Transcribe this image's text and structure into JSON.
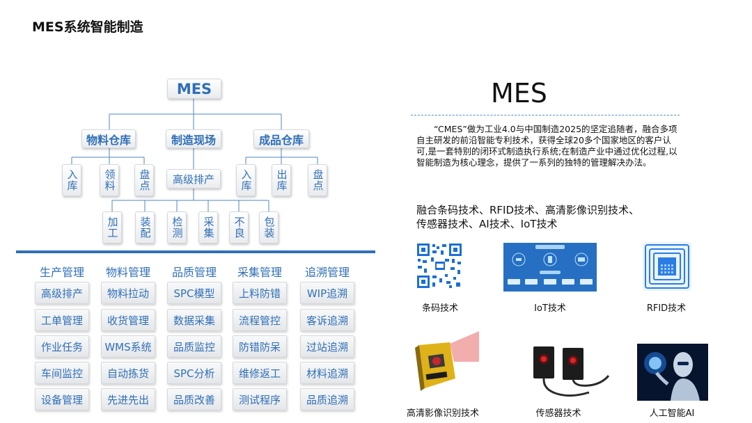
{
  "title": "MES系统智能制造",
  "tree": {
    "root": "MES",
    "level1": [
      "物料仓库",
      "制造现场",
      "成品仓库"
    ],
    "warehouse_children": [
      "入库",
      "领料",
      "盘点"
    ],
    "site_child": "高级排产",
    "finished_children": [
      "入库",
      "出库",
      "盘点"
    ],
    "scheduling_children": [
      "加工",
      "装配",
      "检测",
      "采集",
      "不良",
      "包装"
    ]
  },
  "modules": {
    "columns": [
      {
        "header": "生产管理",
        "items": [
          "高级排产",
          "工单管理",
          "作业任务",
          "车间监控",
          "设备管理"
        ]
      },
      {
        "header": "物料管理",
        "items": [
          "物料拉动",
          "收货管理",
          "WMS系统",
          "自动拣货",
          "先进先出"
        ]
      },
      {
        "header": "品质管理",
        "items": [
          "SPC模型",
          "数据采集",
          "品质监控",
          "SPC分析",
          "品质改善"
        ]
      },
      {
        "header": "采集管理",
        "items": [
          "上料防错",
          "流程管控",
          "防错防呆",
          "维修返工",
          "测试程序"
        ]
      },
      {
        "header": "追溯管理",
        "items": [
          "WIP追溯",
          "客诉追溯",
          "过站追溯",
          "材料追溯",
          "品质追溯"
        ]
      }
    ]
  },
  "right": {
    "heading": "MES",
    "description": "“CMES”做为工业4.0与中国制造2025的坚定追随者，融合多项自主研发的前沿智能专利技术，获得全球20多个国家地区的客户认可,是一套特别的闭环式制造执行系统;在制造产业中通过优化过程,以智能制造为核心理念，提供了一系列的独特的管理解决办法。",
    "tech_line1": "融合条码技术、RFID技术、高清影像识别技术、",
    "tech_line2": "传感器技术、AI技术、IoT技术",
    "images": [
      {
        "label": "条码技术",
        "icon": "qr-code-icon"
      },
      {
        "label": "IoT技术",
        "icon": "iot-dashboard-icon"
      },
      {
        "label": "RFID技术",
        "icon": "rfid-chip-icon"
      },
      {
        "label": "高清影像识别技术",
        "icon": "barcode-scanner-icon"
      },
      {
        "label": "传感器技术",
        "icon": "photoelectric-sensor-icon"
      },
      {
        "label": "人工智能AI",
        "icon": "robot-ai-icon"
      }
    ]
  }
}
